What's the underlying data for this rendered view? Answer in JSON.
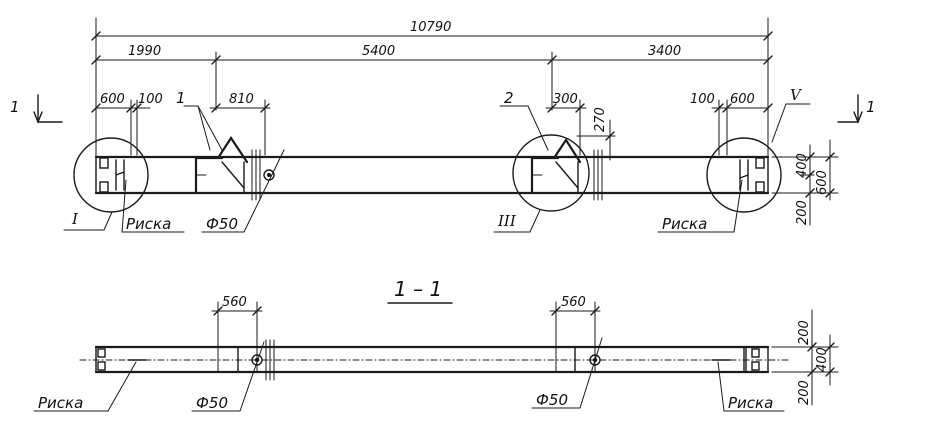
{
  "dimensions": {
    "total": "10790",
    "span_left": "1990",
    "span_mid": "5400",
    "span_right": "3400",
    "left_end": "600",
    "left_gap": "100",
    "hole_dist_left": "810",
    "hole_dist_right": "300",
    "right_gap": "100",
    "right_end": "600",
    "rise": "270",
    "height_top": "400",
    "height_total": "600",
    "height_bottom": "200",
    "section_left": "560",
    "section_right": "560",
    "section_top": "200",
    "section_mid": "400",
    "section_bottom": "200"
  },
  "labels": {
    "cut_left": "1",
    "cut_right": "1",
    "item_1": "1",
    "item_2": "2",
    "detail_I": "I",
    "detail_III": "III",
    "detail_V": "V",
    "mark_left": "Риска",
    "mark_right": "Риска",
    "hole_top": "Ф50",
    "section_title": "1 – 1",
    "sec_mark_left": "Риска",
    "sec_hole_left": "Ф50",
    "sec_hole_right": "Ф50",
    "sec_mark_right": "Риска"
  }
}
